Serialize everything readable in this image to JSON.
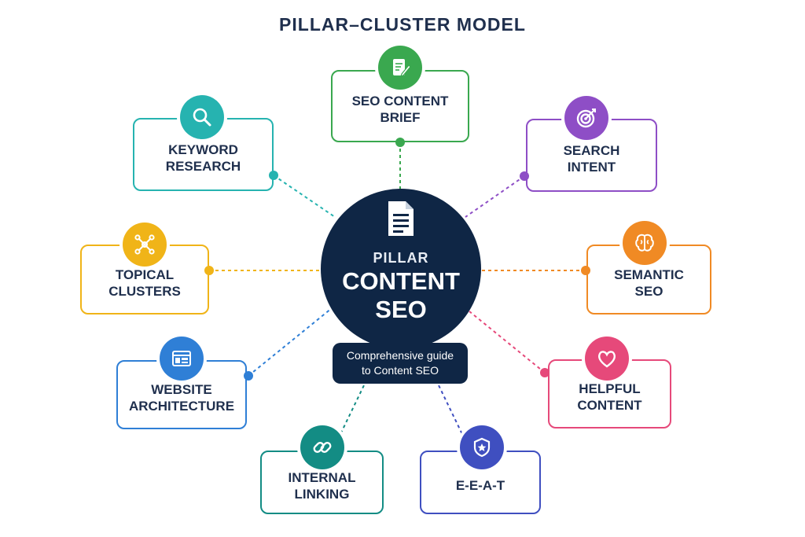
{
  "title": "PILLAR–CLUSTER MODEL",
  "hub": {
    "small": "PILLAR",
    "big": "CONTENT\nSEO",
    "guide": "Comprehensive guide\nto Content SEO",
    "color": "#0f2645",
    "icon": "document-icon"
  },
  "clusters": [
    {
      "label": "SEO CONTENT\nBRIEF",
      "color": "#3aa84f",
      "icon": "edit-document-icon"
    },
    {
      "label": "SEARCH\nINTENT",
      "color": "#8e4ec6",
      "icon": "target-icon"
    },
    {
      "label": "SEMANTIC\nSEO",
      "color": "#f08a24",
      "icon": "brain-icon"
    },
    {
      "label": "HELPFUL\nCONTENT",
      "color": "#e6497a",
      "icon": "heart-icon"
    },
    {
      "label": "E-E-A-T",
      "color": "#3f4fc0",
      "icon": "shield-star-icon"
    },
    {
      "label": "INTERNAL\nLINKING",
      "color": "#138c84",
      "icon": "link-icon"
    },
    {
      "label": "WEBSITE\nARCHITECTURE",
      "color": "#2f7fd6",
      "icon": "browser-layout-icon"
    },
    {
      "label": "TOPICAL\nCLUSTERS",
      "color": "#f0b418",
      "icon": "network-icon"
    },
    {
      "label": "KEYWORD\nRESEARCH",
      "color": "#26b3b0",
      "icon": "search-icon"
    }
  ]
}
